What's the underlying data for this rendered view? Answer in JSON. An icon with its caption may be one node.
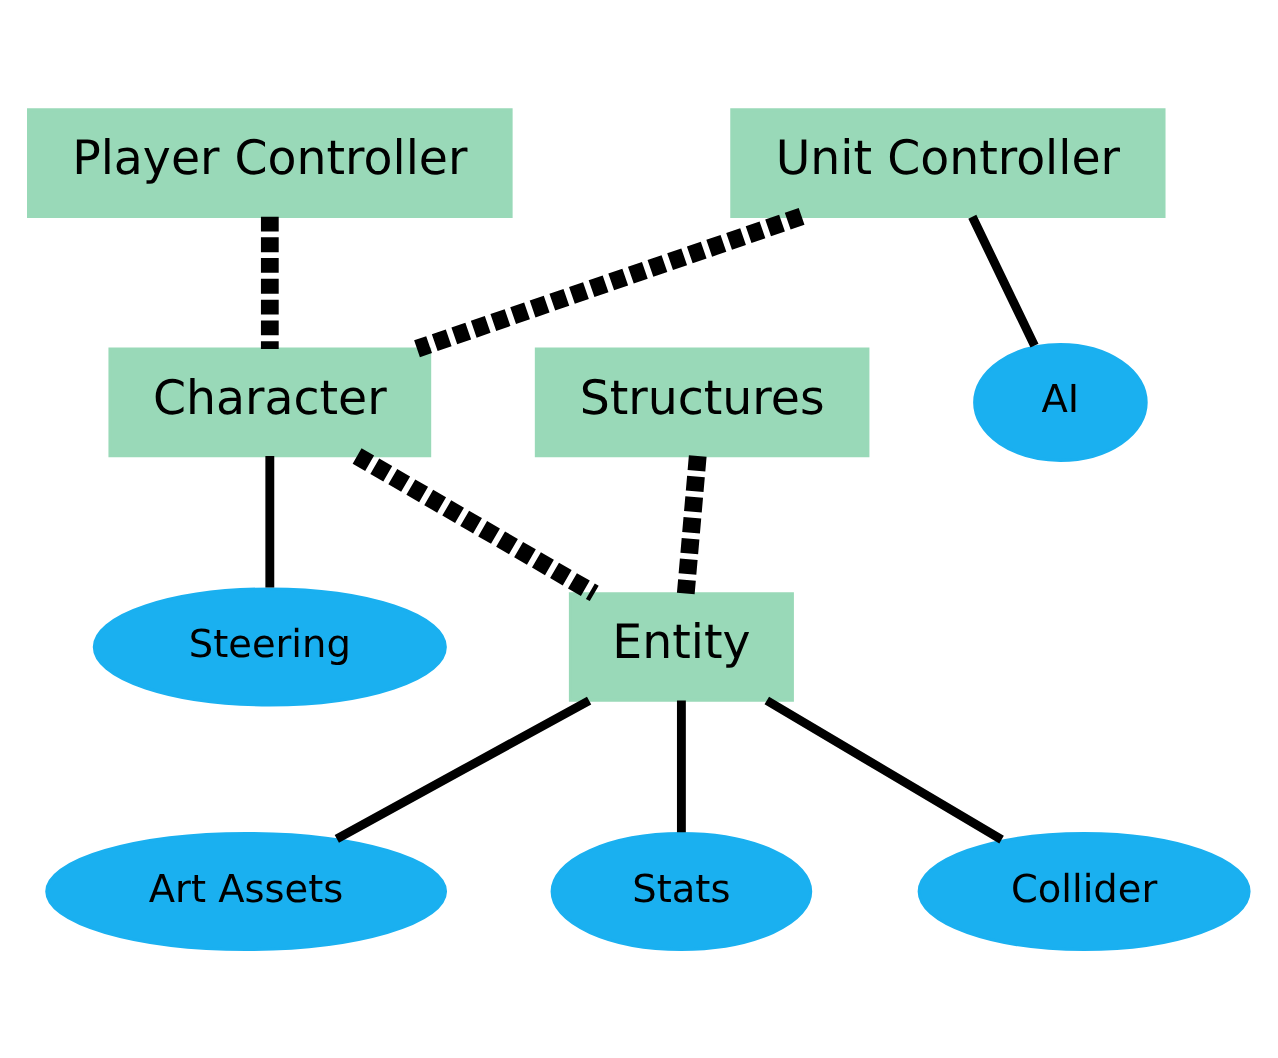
{
  "diagram": {
    "nodes": [
      {
        "text": [
          "Player Controller"
        ]
      },
      {
        "text": [
          "Unit Controller"
        ]
      },
      {
        "text": [
          "AI"
        ]
      },
      {
        "text": [
          "Character"
        ]
      },
      {
        "text": [
          "Structures"
        ]
      },
      {
        "text": [
          "Steering"
        ]
      },
      {
        "text": [
          "Entity"
        ]
      },
      {
        "text": [
          "Art Assets"
        ]
      },
      {
        "text": [
          "Stats"
        ]
      },
      {
        "text": [
          "Collider"
        ]
      }
    ],
    "edges": [
      {
        "from": 0,
        "to": 3,
        "arrow": "none",
        "style": "dashed"
      },
      {
        "from": 1,
        "to": 3,
        "arrow": "none",
        "style": "dashed"
      },
      {
        "from": 1,
        "to": 2,
        "arrow": "none"
      },
      {
        "from": 3,
        "to": 6,
        "arrow": "none",
        "style": "dashed"
      },
      {
        "from": 4,
        "to": 6,
        "arrow": "none",
        "style": "dashed"
      },
      {
        "from": 3,
        "to": 5,
        "arrow": "none"
      },
      {
        "from": 6,
        "to": 7,
        "arrow": "none"
      },
      {
        "from": 6,
        "to": 8,
        "arrow": "none"
      },
      {
        "from": 6,
        "to": 9,
        "arrow": "none"
      }
    ]
  }
}
